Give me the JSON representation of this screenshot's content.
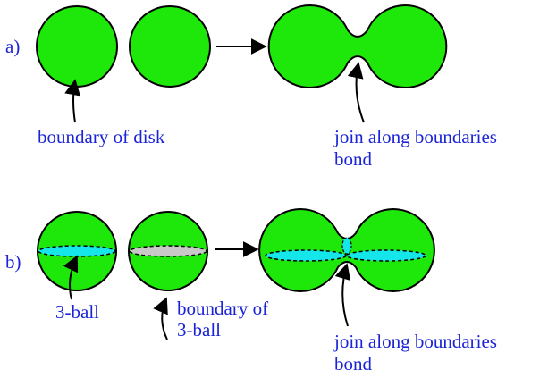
{
  "colors": {
    "disk_fill": "#1ee80a",
    "outline": "#000000",
    "label_text": "#1a24d6",
    "equator_cyan": "#14e6ea",
    "equator_grey": "#c8c8c8"
  },
  "panel_a": {
    "tag": "a)",
    "label_boundary": "boundary of disk",
    "label_join": "join along boundaries",
    "label_bond": "bond"
  },
  "panel_b": {
    "tag": "b)",
    "label_ball": "3-ball",
    "label_boundary_line1": "boundary of",
    "label_boundary_line2": "3-ball",
    "label_join": "join along boundaries",
    "label_bond": "bond"
  }
}
